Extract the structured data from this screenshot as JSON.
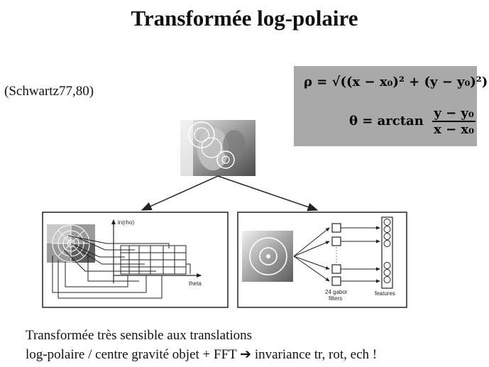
{
  "title": "Transformée log-polaire",
  "citation": "(Schwartz77,80)",
  "formula": {
    "rho_lhs": "ρ =",
    "rho_rhs": "√((x − x₀)² + (y − y₀)²)",
    "theta_lhs": "θ = arctan",
    "theta_num": "y − y₀",
    "theta_den": "x − x₀"
  },
  "left_diagram": {
    "y_axis_label": "ln(rho)",
    "x_axis_label": "theta"
  },
  "right_diagram": {
    "filters_label_line1": "24 gabor",
    "filters_label_line2": "filters",
    "features_label": "features"
  },
  "caption": {
    "line1": "Transformée très sensible aux translations",
    "line2_prefix": "log-polaire / centre gravité objet + FFT",
    "arrow_glyph": "➔",
    "line2_suffix": "invariance tr, rot, ech !"
  }
}
